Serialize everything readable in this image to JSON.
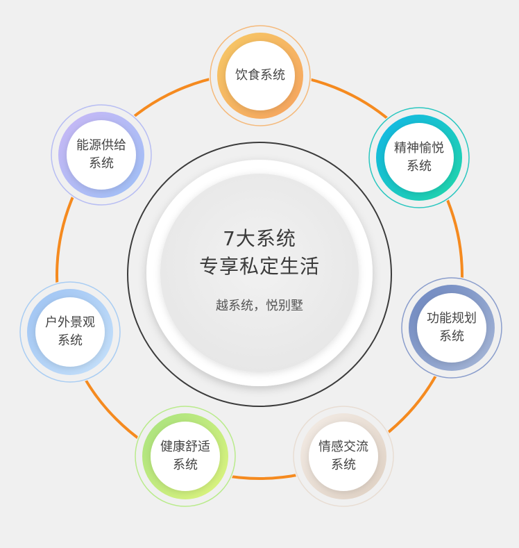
{
  "center": {
    "title_line1": "7大系统",
    "title_line2": "专享私定生活",
    "subtitle": "越系统，悦别墅"
  },
  "nodes": [
    {
      "id": "diet",
      "line1": "饮食系统",
      "line2": "",
      "colors": [
        "#f6c966",
        "#f7a35f"
      ],
      "outer": "#f5b97a"
    },
    {
      "id": "spirit",
      "line1": "精神愉悦",
      "line2": "系统",
      "colors": [
        "#12b6e8",
        "#21d7a8"
      ],
      "outer": "#2bc7c0"
    },
    {
      "id": "function",
      "line1": "功能规划",
      "line2": "系统",
      "colors": [
        "#6c86c0",
        "#a9b9d8"
      ],
      "outer": "#8a9dcc"
    },
    {
      "id": "emotion",
      "line1": "情感交流",
      "line2": "系统",
      "colors": [
        "#f3ece6",
        "#dfd0c2"
      ],
      "outer": "#e8ddd3"
    },
    {
      "id": "health",
      "line1": "健康舒适",
      "line2": "系统",
      "colors": [
        "#a7e27f",
        "#dff57e"
      ],
      "outer": "#b9eb8b"
    },
    {
      "id": "outdoor",
      "line1": "户外景观",
      "line2": "系统",
      "colors": [
        "#9ec3f3",
        "#c7e2fb"
      ],
      "outer": "#a9cdf3"
    },
    {
      "id": "energy",
      "line1": "能源供给",
      "line2": "系统",
      "colors": [
        "#c9b7f5",
        "#9ec0f7"
      ],
      "outer": "#b7bdf3"
    }
  ],
  "ring_color": "#f58a1f"
}
